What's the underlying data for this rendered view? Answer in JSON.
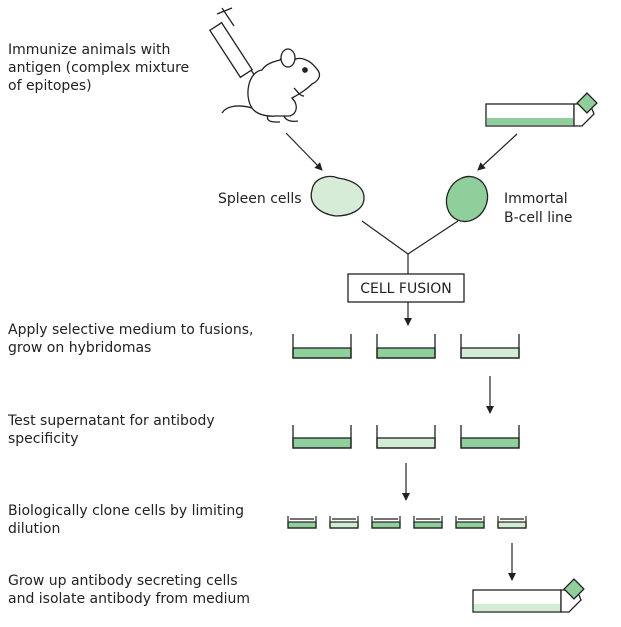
{
  "steps": {
    "immunize": "Immunize animals with\nantigen (complex mixture\nof epitopes)",
    "selective": "Apply selective medium to fusions,\ngrow on hybridomas",
    "test": "Test supernatant for antibody\nspecificity",
    "clone": "Biologically clone cells by limiting\ndilution",
    "grow": "Grow up antibody secreting cells\nand isolate antibody from medium"
  },
  "labels": {
    "spleen": "Spleen cells",
    "immortal_line1": "Immortal",
    "immortal_line2": "B-cell line",
    "fusion": "CELL FUSION"
  },
  "colors": {
    "medium_dark": "#8fcf9c",
    "medium_light": "#d3ecd5",
    "spleen_fill": "#d7ecd6",
    "bcell_fill": "#8fcf9c",
    "stroke": "#222222"
  },
  "icons": {
    "mouse": "mouse-icon",
    "syringe": "syringe-icon",
    "flask": "culture-flask-icon"
  }
}
